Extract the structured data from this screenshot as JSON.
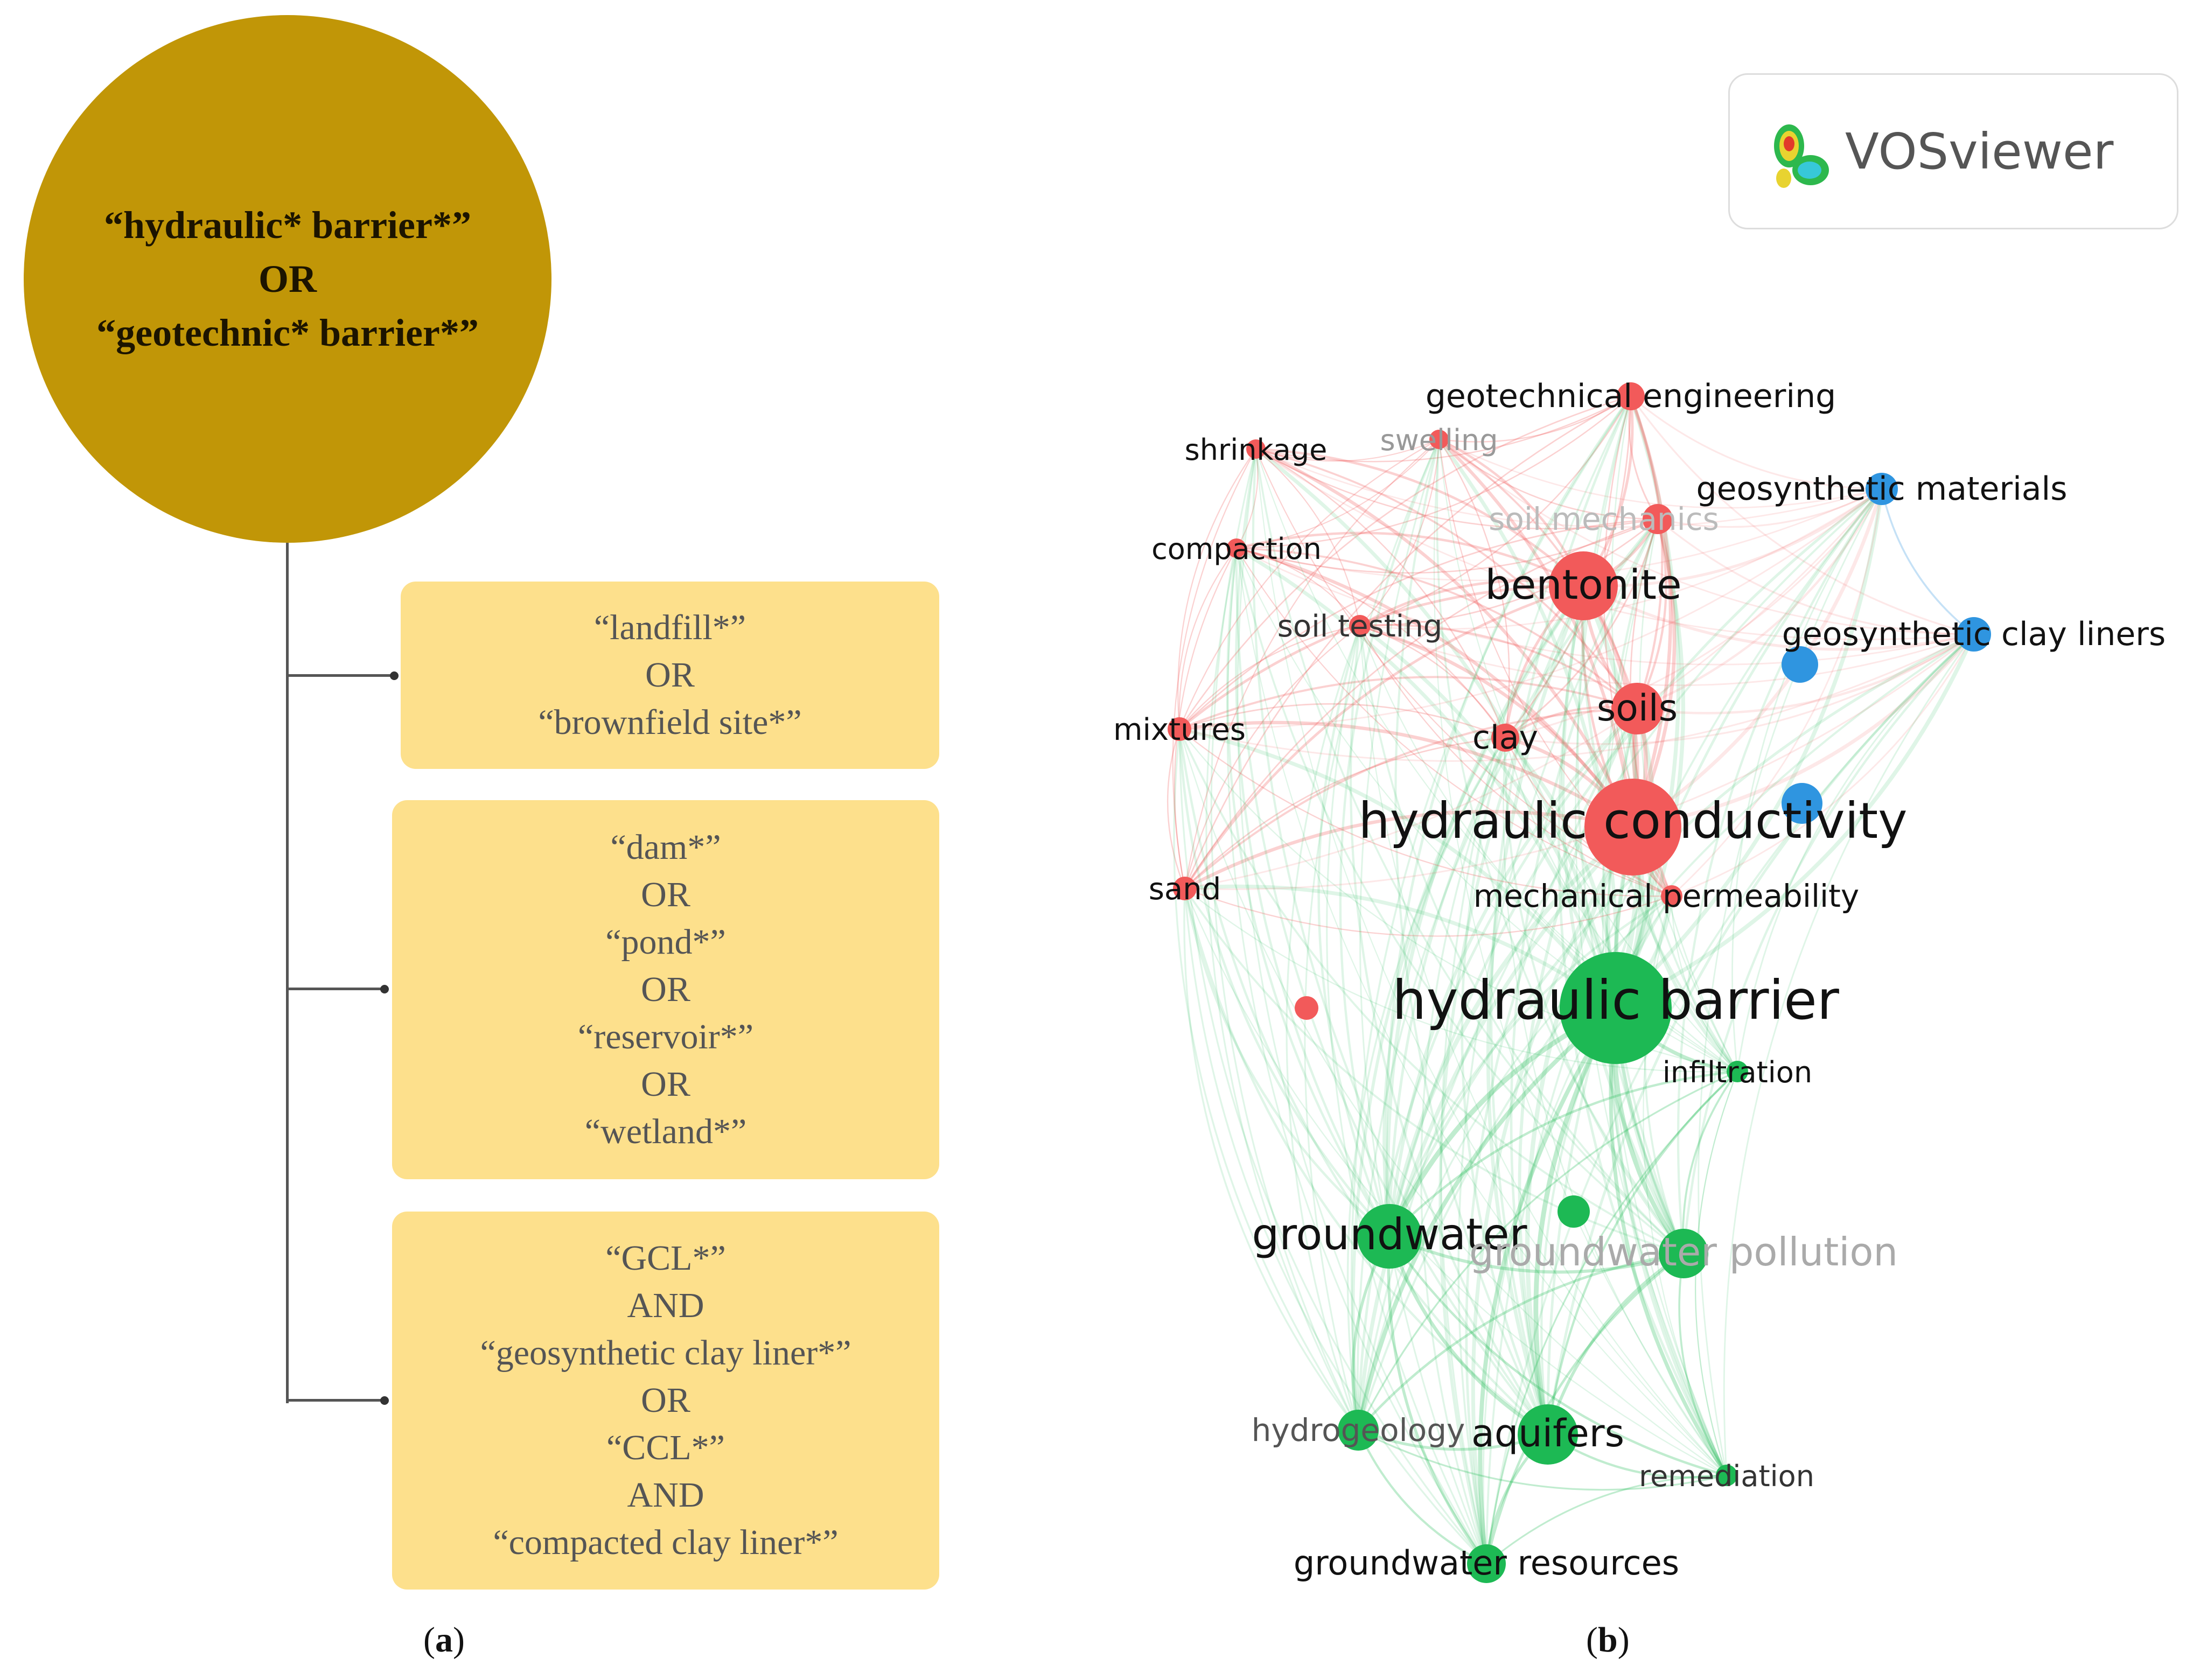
{
  "panel_a": {
    "root": {
      "line1": "“hydraulic* barrier*”",
      "line2": "OR",
      "line3": "“geotechnic* barrier*”"
    },
    "box1": [
      "“landfill*”",
      "OR",
      "“brownfield site*”"
    ],
    "box2": [
      "“dam*”",
      "OR",
      "“pond*”",
      "OR",
      "“reservoir*”",
      "OR",
      "“wetland*”"
    ],
    "box3": [
      "“GCL*”",
      "AND",
      "“geosynthetic clay liner*”",
      "OR",
      "“CCL*”",
      "AND",
      "“compacted clay liner*”"
    ],
    "caption": "a",
    "colors": {
      "root": "#c19607",
      "box": "#fde08c"
    }
  },
  "panel_b": {
    "logo_text": "VOSviewer",
    "logo_icon": "vosviewer-heatmap-icon",
    "caption": "b",
    "cluster_colors": {
      "red": "#f25a5a",
      "green": "#1db954",
      "blue": "#2f95e0"
    },
    "nodes": [
      {
        "id": "hydraulic-barrier",
        "label": "hydraulic barrier",
        "cluster": "green"
      },
      {
        "id": "hydraulic-conductivity",
        "label": "hydraulic conductivity",
        "cluster": "red"
      },
      {
        "id": "bentonite",
        "label": "bentonite",
        "cluster": "red"
      },
      {
        "id": "soils",
        "label": "soils",
        "cluster": "red"
      },
      {
        "id": "clay",
        "label": "clay",
        "cluster": "red"
      },
      {
        "id": "soil-testing",
        "label": "soil testing",
        "cluster": "red"
      },
      {
        "id": "compaction",
        "label": "compaction",
        "cluster": "red"
      },
      {
        "id": "shrinkage",
        "label": "shrinkage",
        "cluster": "red"
      },
      {
        "id": "swelling",
        "label": "swelling",
        "cluster": "red"
      },
      {
        "id": "geotechnical-engineering",
        "label": "geotechnical engineering",
        "cluster": "red"
      },
      {
        "id": "soil-mechanics",
        "label": "soil mechanics",
        "cluster": "red"
      },
      {
        "id": "mixtures",
        "label": "mixtures",
        "cluster": "red"
      },
      {
        "id": "sand",
        "label": "sand",
        "cluster": "red"
      },
      {
        "id": "mechanical-permeability",
        "label": "mechanical permeability",
        "cluster": "red"
      },
      {
        "id": "geosynthetic-materials",
        "label": "geosynthetic materials",
        "cluster": "blue"
      },
      {
        "id": "geosynthetic-clay-liners",
        "label": "geosynthetic clay liners",
        "cluster": "blue"
      },
      {
        "id": "infiltration",
        "label": "infiltration",
        "cluster": "green"
      },
      {
        "id": "groundwater",
        "label": "groundwater",
        "cluster": "green"
      },
      {
        "id": "groundwater-pollution",
        "label": "groundwater pollution",
        "cluster": "green"
      },
      {
        "id": "hydrogeology",
        "label": "hydrogeology",
        "cluster": "green"
      },
      {
        "id": "aquifers",
        "label": "aquifers",
        "cluster": "green"
      },
      {
        "id": "remediation",
        "label": "remediation",
        "cluster": "green"
      },
      {
        "id": "groundwater-resources",
        "label": "groundwater resources",
        "cluster": "green"
      }
    ]
  }
}
